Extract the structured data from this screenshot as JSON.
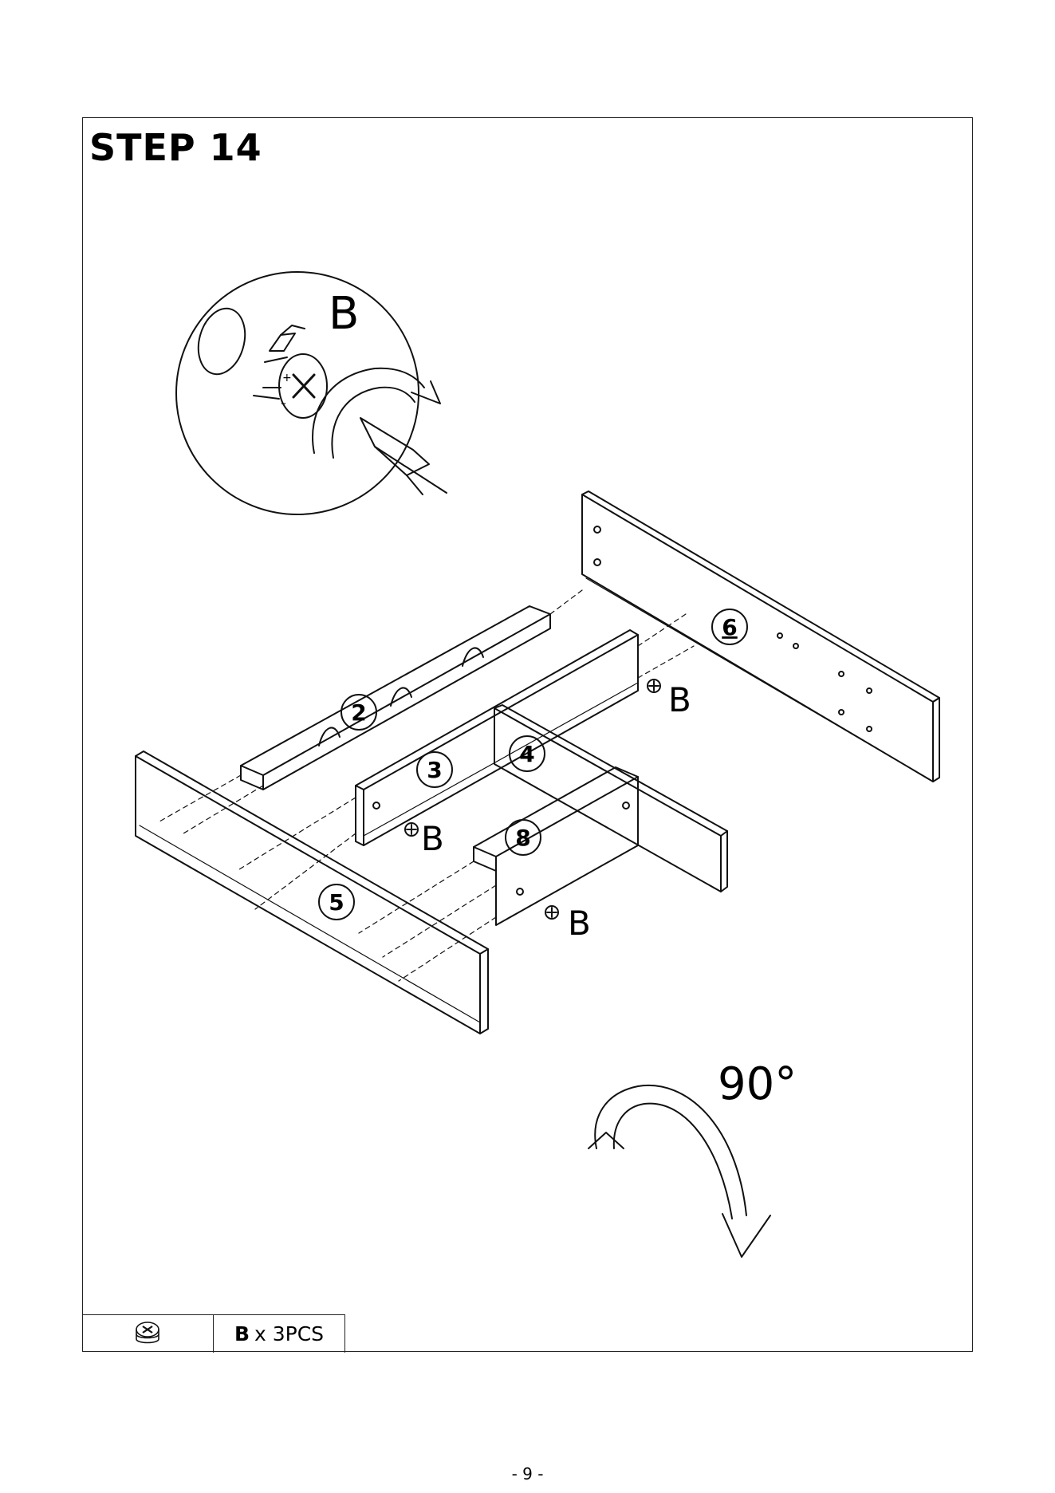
{
  "step": {
    "title": "STEP 14"
  },
  "diagram": {
    "detail_label": "B",
    "callouts": {
      "p2": "2",
      "p3": "3",
      "p4": "4",
      "p5": "5",
      "p6": "6",
      "p8": "8"
    },
    "fastener_labels": {
      "b1": "B",
      "b2": "B",
      "b3": "B"
    },
    "rotation": "90°"
  },
  "parts": {
    "letter": "B",
    "quantity": "x 3PCS",
    "icon": "cam-lock-icon"
  },
  "page": {
    "number": "- 9 -"
  }
}
